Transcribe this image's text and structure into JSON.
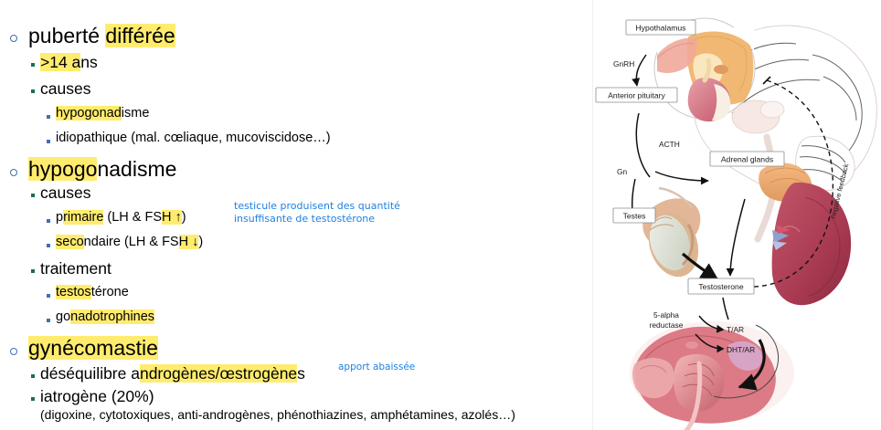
{
  "slide": {
    "title": "Puberté différée / hypogonadisme / gynécomastie",
    "highlight_color": "#ffec6e",
    "annotation_color": "#1d81e0",
    "bullet_level1_color": "#3f6fb5",
    "bullet_level2_color": "#1d6b5f",
    "bullet_level3_color": "#3f6fb5"
  },
  "outline": {
    "section1": {
      "heading_plain": "puberté ",
      "heading_highlight": "différée",
      "items": [
        {
          "highlight": ">14 a",
          "plain": "ns"
        },
        {
          "plain": "causes"
        }
      ],
      "sub_items": [
        {
          "highlight": "hypogonad",
          "plain": "isme"
        },
        {
          "plain": "idiopathique (mal. cœliaque, mucoviscidose…)"
        }
      ]
    },
    "section2": {
      "heading_highlight": "hypogo",
      "heading_plain": "nadisme",
      "causes_label": "causes",
      "causes": [
        {
          "plain_a": "p",
          "highlight_a": "rimaire",
          "plain_b": " (LH & FS",
          "highlight_b": "H ↑",
          "plain_c": ")"
        },
        {
          "highlight_a": "seco",
          "plain_b": "ndaire (LH & FS",
          "highlight_b": "H ↓",
          "plain_c": ")"
        }
      ],
      "traitement_label": "traitement",
      "traitement": [
        {
          "highlight": "testos",
          "plain": "térone"
        },
        {
          "plain_a": "go",
          "highlight_a": "nadotrophines"
        }
      ]
    },
    "section3": {
      "heading_highlight": "gynécomastie",
      "items": [
        {
          "plain_a": "déséquilibre a",
          "highlight_a": "ndrogènes/œstrogène",
          "plain_b": "s"
        },
        {
          "plain": "iatrogène (20%)"
        }
      ],
      "drug_list": "(digoxine, cytotoxiques, anti-androgènes, phénothiazines, amphétamines, azolés…)"
    }
  },
  "annotations": [
    {
      "name": "annotation-testicule",
      "text": "testicule produisent des quantité\ninsuffisante de testostérone"
    },
    {
      "name": "annotation-apport",
      "text": "apport abaissée"
    }
  ],
  "diagram": {
    "name": "hpg-axis-diagram",
    "labels": {
      "hypothalamus": "Hypothalamus",
      "gnrh": "GnRH",
      "anterior_pituitary": "Anterior pituitary",
      "acth": "ACTH",
      "gn": "Gn",
      "adrenal_glands": "Adrenal glands",
      "testes": "Testes",
      "testosterone": "Testosterone",
      "negative_feedback": "negative feedback",
      "five_alpha_reductase_line1": "5-alpha",
      "five_alpha_reductase_line2": "reductase",
      "t_ar": "T/AR",
      "dht_ar": "DHT/AR"
    }
  }
}
